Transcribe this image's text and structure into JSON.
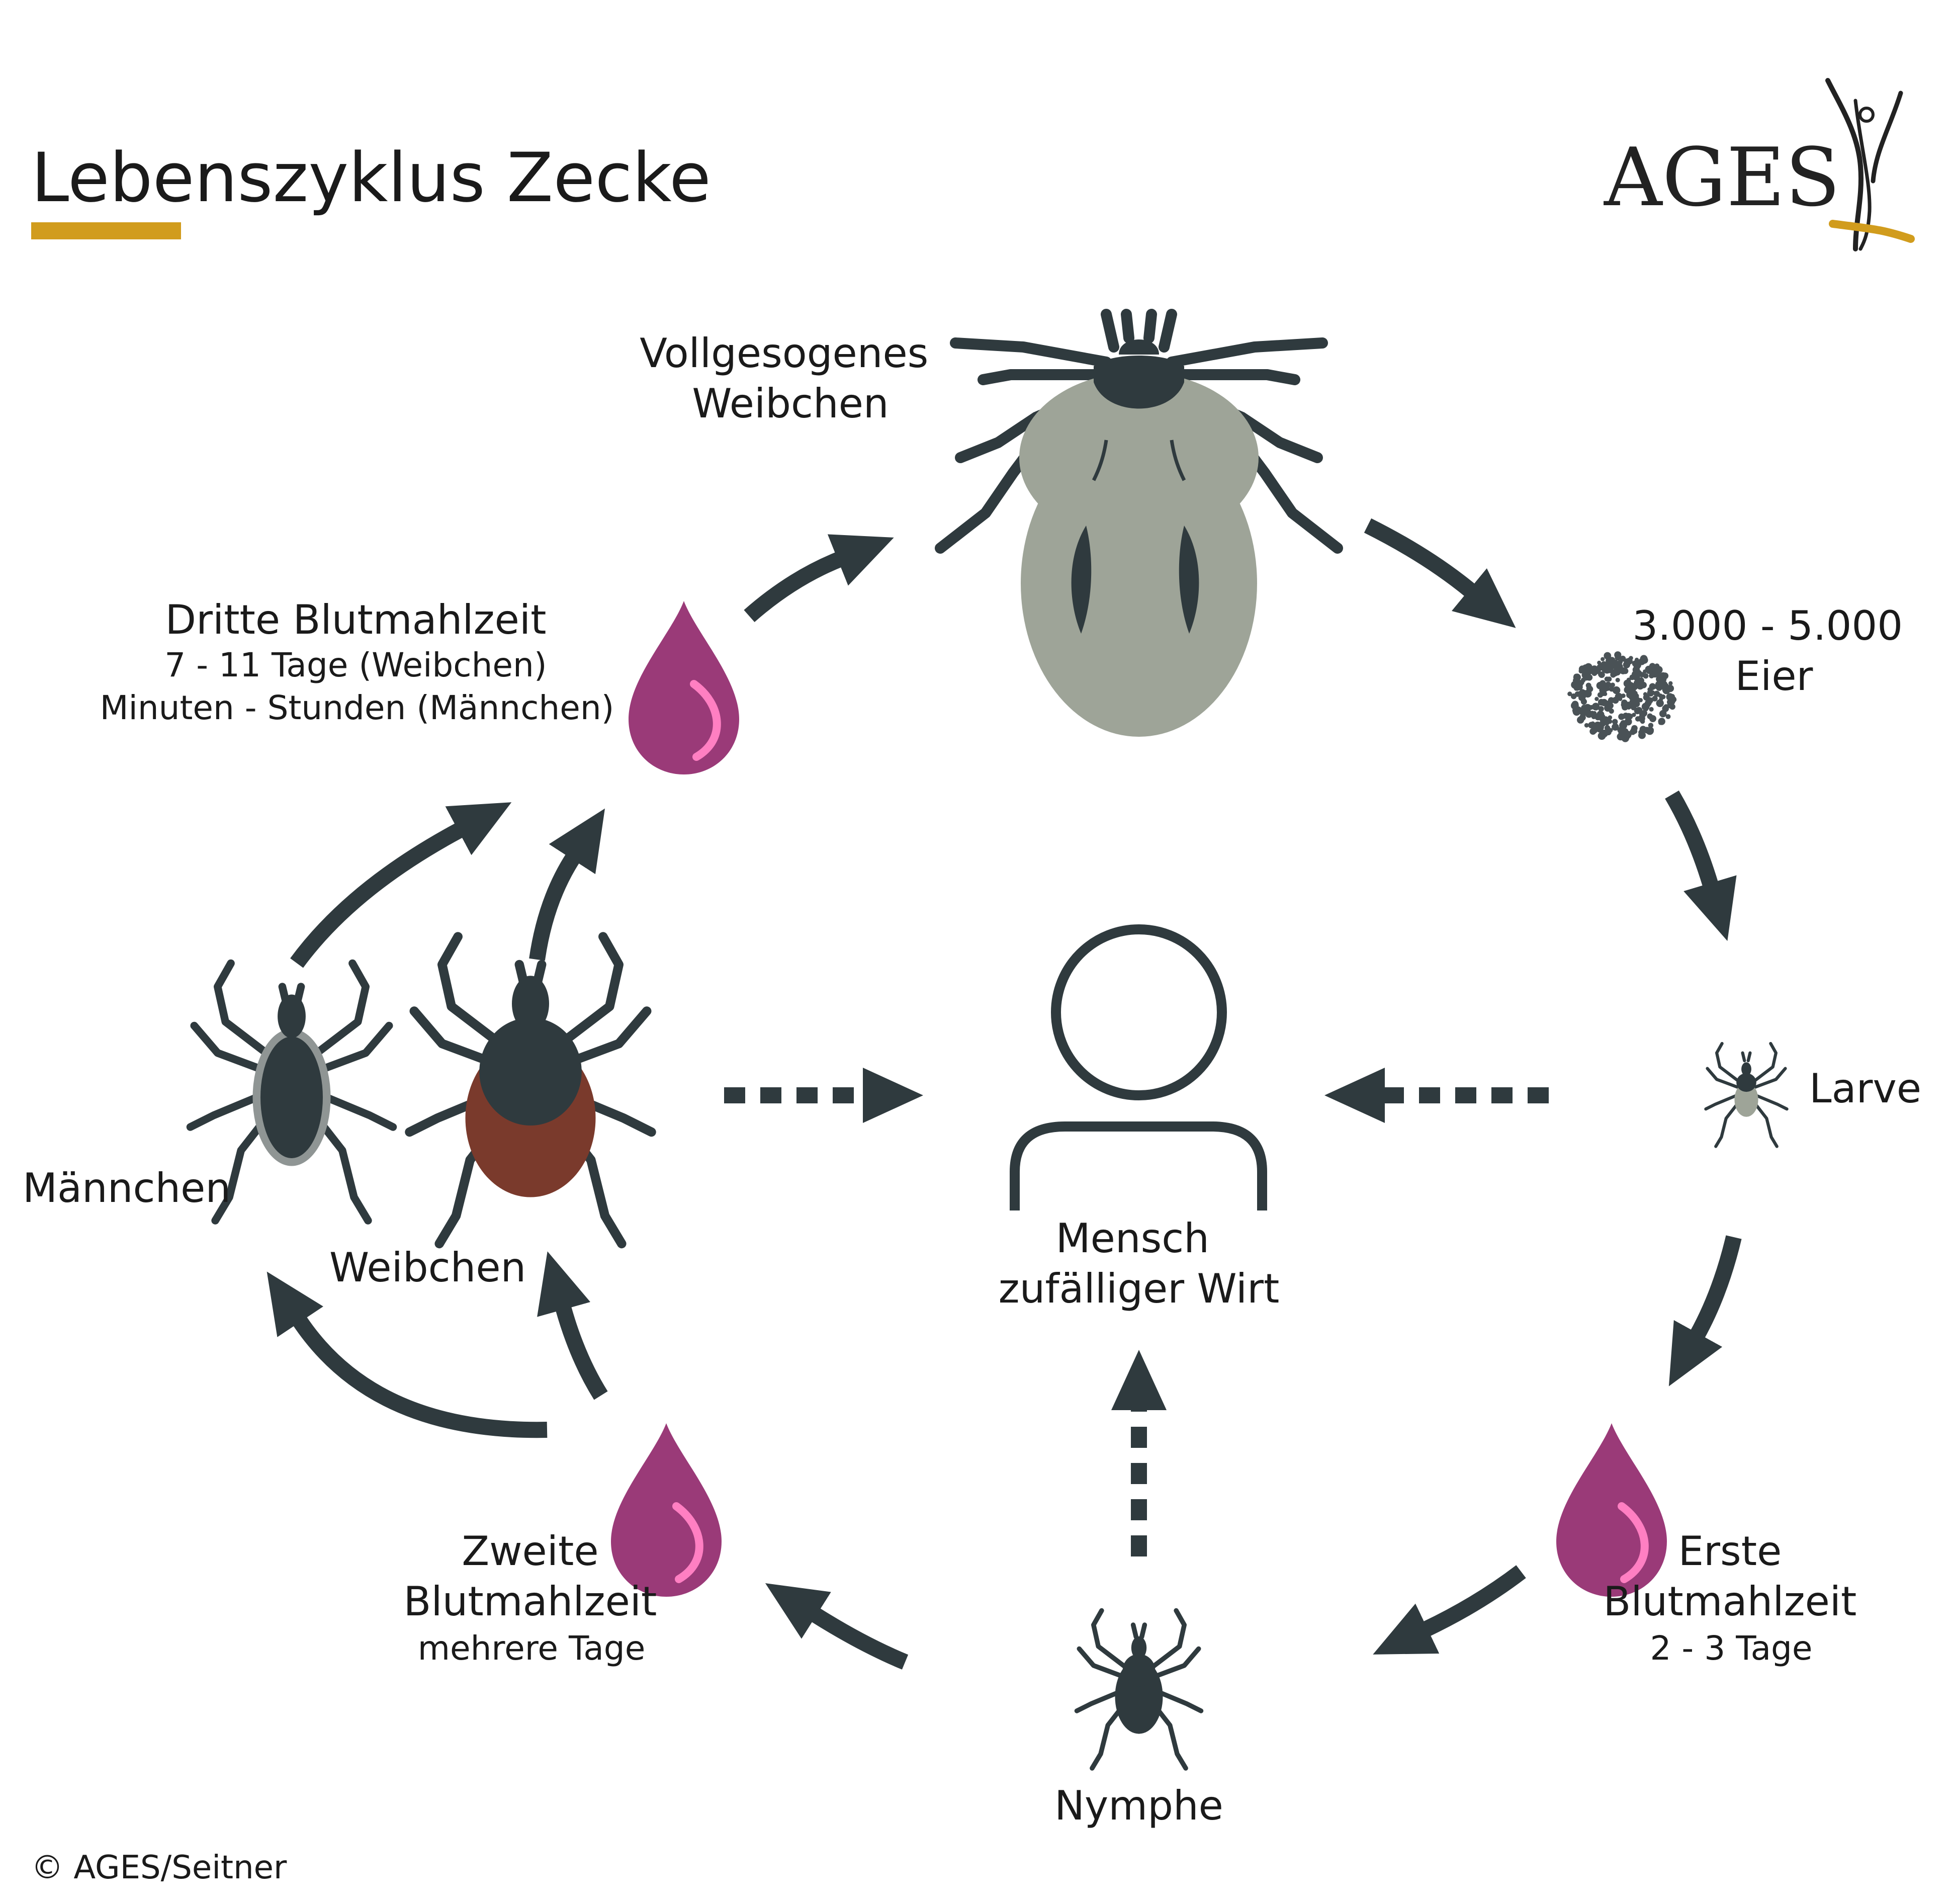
{
  "title": "Lebenszyklus Zecke",
  "logo": {
    "text": "AGES"
  },
  "copyright": "© AGES/Seitner",
  "colors": {
    "dark": "#2f3a3e",
    "accent_gold": "#d19c1d",
    "engorged_body": "#9ea498",
    "female_body": "#7a3a2c",
    "drop": "#9a3a78",
    "drop_highlight": "#ff7fc2",
    "larva_body": "#9ea498"
  },
  "stages": {
    "engorged_female": {
      "line1": "Vollgesogenes",
      "line2": "Weibchen"
    },
    "eggs": {
      "line1": "3.000 - 5.000",
      "line2": "Eier"
    },
    "larva": {
      "label": "Larve"
    },
    "first_meal": {
      "line1": "Erste",
      "line2": "Blutmahlzeit",
      "duration": "2 - 3 Tage"
    },
    "nymph": {
      "label": "Nymphe"
    },
    "second_meal": {
      "line1": "Zweite",
      "line2": "Blutmahlzeit",
      "duration": "mehrere Tage"
    },
    "male": {
      "label": "Männchen"
    },
    "female": {
      "label": "Weibchen"
    },
    "third_meal": {
      "line1": "Dritte Blutmahlzeit",
      "duration_female": "7 - 11 Tage (Weibchen)",
      "duration_male": "Minuten - Stunden (Männchen)"
    },
    "human": {
      "line1": "Mensch",
      "line2": "zufälliger Wirt"
    }
  }
}
